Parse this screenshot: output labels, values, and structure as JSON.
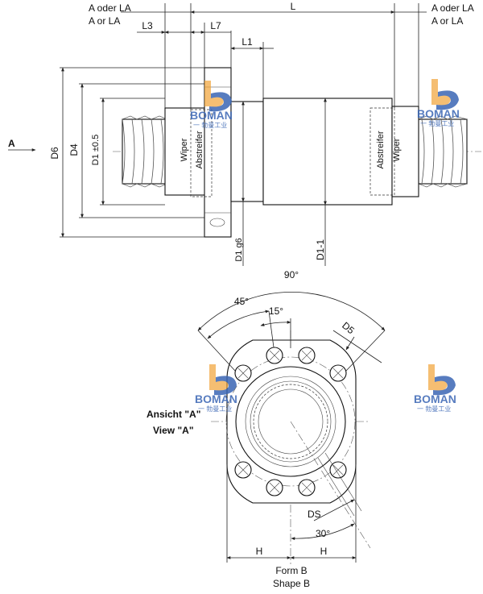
{
  "side_view": {
    "labels": {
      "a_oder_la_left": "A oder LA",
      "a_or_la_left": "A or LA",
      "a_oder_la_right": "A oder LA",
      "a_or_la_right": "A or LA",
      "L": "L",
      "L3": "L3",
      "L7": "L7",
      "L1": "L1",
      "D6": "D6",
      "D4": "D4",
      "D1_tol": "D1 ±0.5",
      "D1_g6": "D1 g6",
      "D1_1": "D1-1",
      "arrow_A": "A",
      "wiper_left": "Wiper",
      "abstreifer_left": "Abstreifer",
      "abstreifer_right": "Abstreifer",
      "wiper_right": "Wiper"
    }
  },
  "front_view": {
    "labels": {
      "angle_90": "90°",
      "angle_45": "45°",
      "angle_15": "15°",
      "D5": "D5",
      "DS": "DS",
      "angle_30": "30°",
      "H_left": "H",
      "H_right": "H",
      "ansicht": "Ansicht \"A\"",
      "view": "View \"A\"",
      "form_b": "Form B",
      "shape_b": "Shape B"
    }
  },
  "logo": {
    "brand": "BOMAN",
    "subtitle": "一 勃曼工业",
    "colors": {
      "blue": "#3a66b5",
      "orange": "#f0a030"
    }
  }
}
